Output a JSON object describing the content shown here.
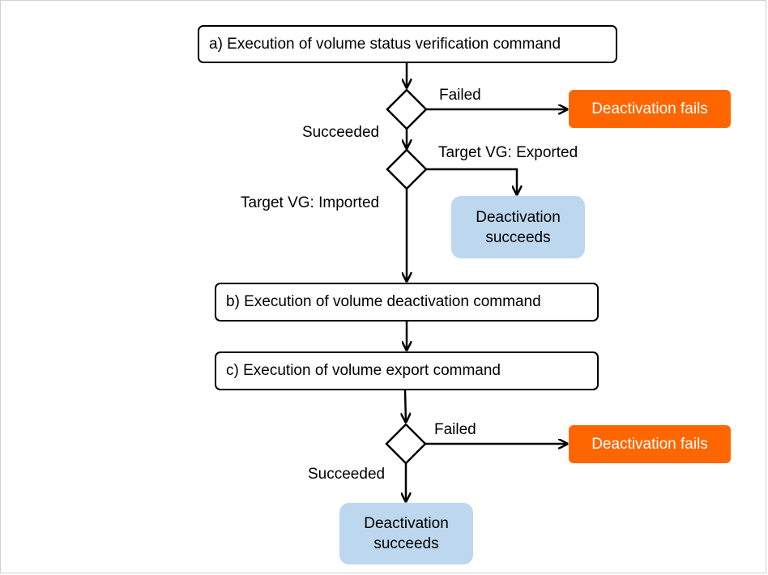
{
  "nodes": {
    "cmd_a": "a) Execution of volume  status verification command",
    "cmd_b": "b) Execution of volume  deactivation command",
    "cmd_c": "c) Execution of volume  export command",
    "fail_1": "Deactivation fails",
    "fail_2": "Deactivation fails",
    "success_1": {
      "line1": "Deactivation",
      "line2": "succeeds"
    },
    "success_2": {
      "line1": "Deactivation",
      "line2": "succeeds"
    }
  },
  "edge_labels": {
    "failed_1": "Failed",
    "succeeded_1": "Succeeded",
    "exported": "Target VG:  Exported",
    "imported": "Target VG:  Imported",
    "failed_2": "Failed",
    "succeeded_2": "Succeeded"
  },
  "colors": {
    "fail_fill": "#ff6600",
    "success_fill": "#bdd7ee",
    "line": "#000000"
  }
}
